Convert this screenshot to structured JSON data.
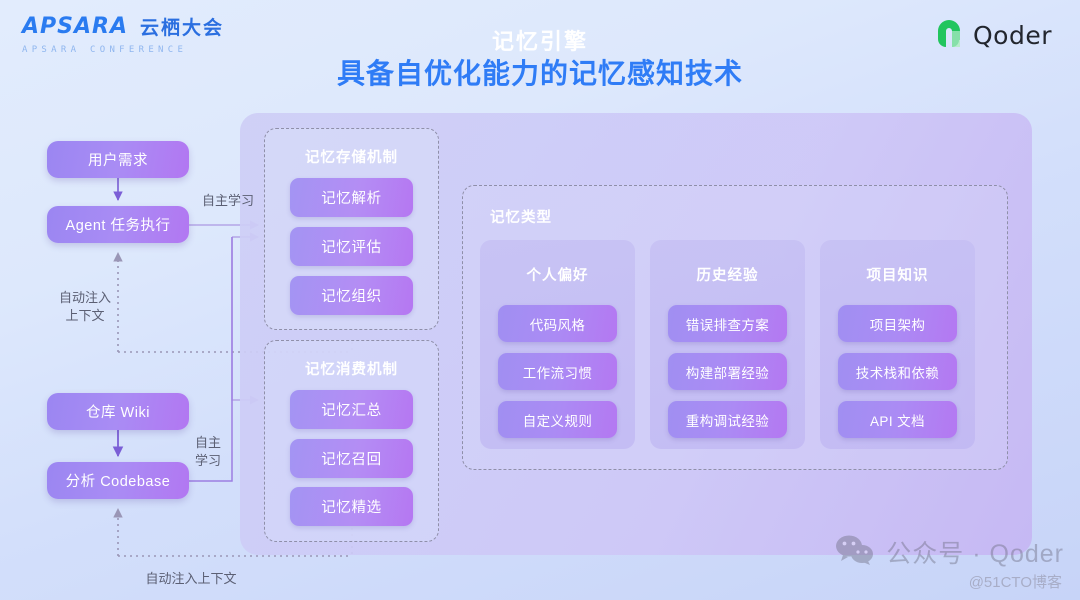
{
  "header": {
    "apsara_word": "APSARA",
    "apsara_cn": "云栖大会",
    "apsara_sub": "APSARA  CONFERENCE",
    "brand": "Qoder"
  },
  "title": "具备自优化能力的记忆感知技术",
  "engine": {
    "title": "记忆引擎",
    "storage": {
      "title": "记忆存储机制",
      "items": [
        {
          "label": "记忆解析"
        },
        {
          "label": "记忆评估"
        },
        {
          "label": "记忆组织"
        }
      ]
    },
    "consumption": {
      "title": "记忆消费机制",
      "items": [
        {
          "label": "记忆汇总"
        },
        {
          "label": "记忆召回"
        },
        {
          "label": "记忆精选"
        }
      ]
    },
    "types": {
      "title": "记忆类型",
      "columns": [
        {
          "title": "个人偏好",
          "items": [
            "代码风格",
            "工作流习惯",
            "自定义规则"
          ]
        },
        {
          "title": "历史经验",
          "items": [
            "错误排查方案",
            "构建部署经验",
            "重构调试经验"
          ]
        },
        {
          "title": "项目知识",
          "items": [
            "项目架构",
            "技术栈和依赖",
            "API 文档"
          ]
        }
      ]
    }
  },
  "flow": {
    "nodes": [
      {
        "label": "用户需求"
      },
      {
        "label": "Agent 任务执行"
      },
      {
        "label": "仓库 Wiki"
      },
      {
        "label": "分析 Codebase"
      }
    ],
    "edge_labels": {
      "self_learning_top": "自主学习",
      "auto_inject_top": "自动注入\n上下文",
      "self_learning_bottom": "自主\n学习",
      "auto_inject_bottom": "自动注入上下文"
    }
  },
  "watermark": {
    "text": "公众号 · Qoder",
    "sub": "@51CTO博客"
  },
  "colors": {
    "accent_blue": "#2f7cf6",
    "chip_purple": "#a98cf4",
    "panel_purple": "#cecef6",
    "qoder_green": "#22c55e"
  }
}
